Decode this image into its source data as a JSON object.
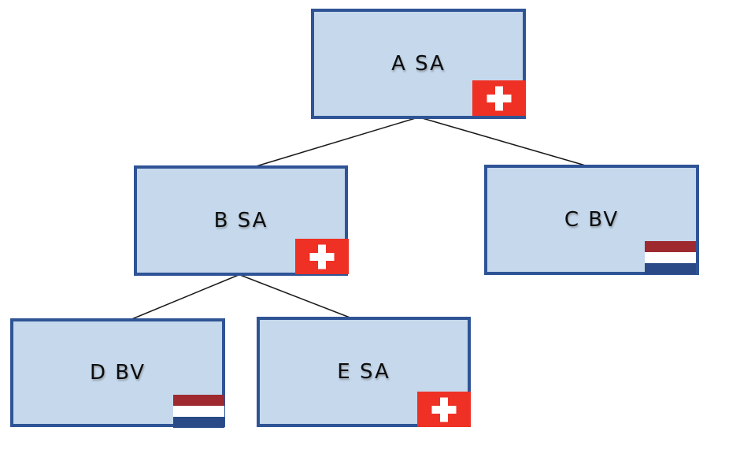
{
  "diagram": {
    "nodes": [
      {
        "id": "A",
        "label": "A SA",
        "country": "Switzerland",
        "flag_icon": "swiss-flag"
      },
      {
        "id": "B",
        "label": "B SA",
        "country": "Switzerland",
        "flag_icon": "swiss-flag"
      },
      {
        "id": "C",
        "label": "C BV",
        "country": "Netherlands",
        "flag_icon": "dutch-flag"
      },
      {
        "id": "D",
        "label": "D BV",
        "country": "Netherlands",
        "flag_icon": "dutch-flag"
      },
      {
        "id": "E",
        "label": "E SA",
        "country": "Switzerland",
        "flag_icon": "swiss-flag"
      }
    ],
    "edges": [
      {
        "from": "A SA",
        "to": "B SA"
      },
      {
        "from": "A SA",
        "to": "C BV"
      },
      {
        "from": "B SA",
        "to": "D BV"
      },
      {
        "from": "B SA",
        "to": "E SA"
      }
    ],
    "colors": {
      "box_fill": "#c5d8ec",
      "box_border": "#2f5496",
      "swiss_red": "#ee3124",
      "dutch_red": "#9e2a30",
      "dutch_blue": "#2a4a87",
      "connector": "#1a1a1a",
      "text": "#0d0d0d"
    }
  }
}
